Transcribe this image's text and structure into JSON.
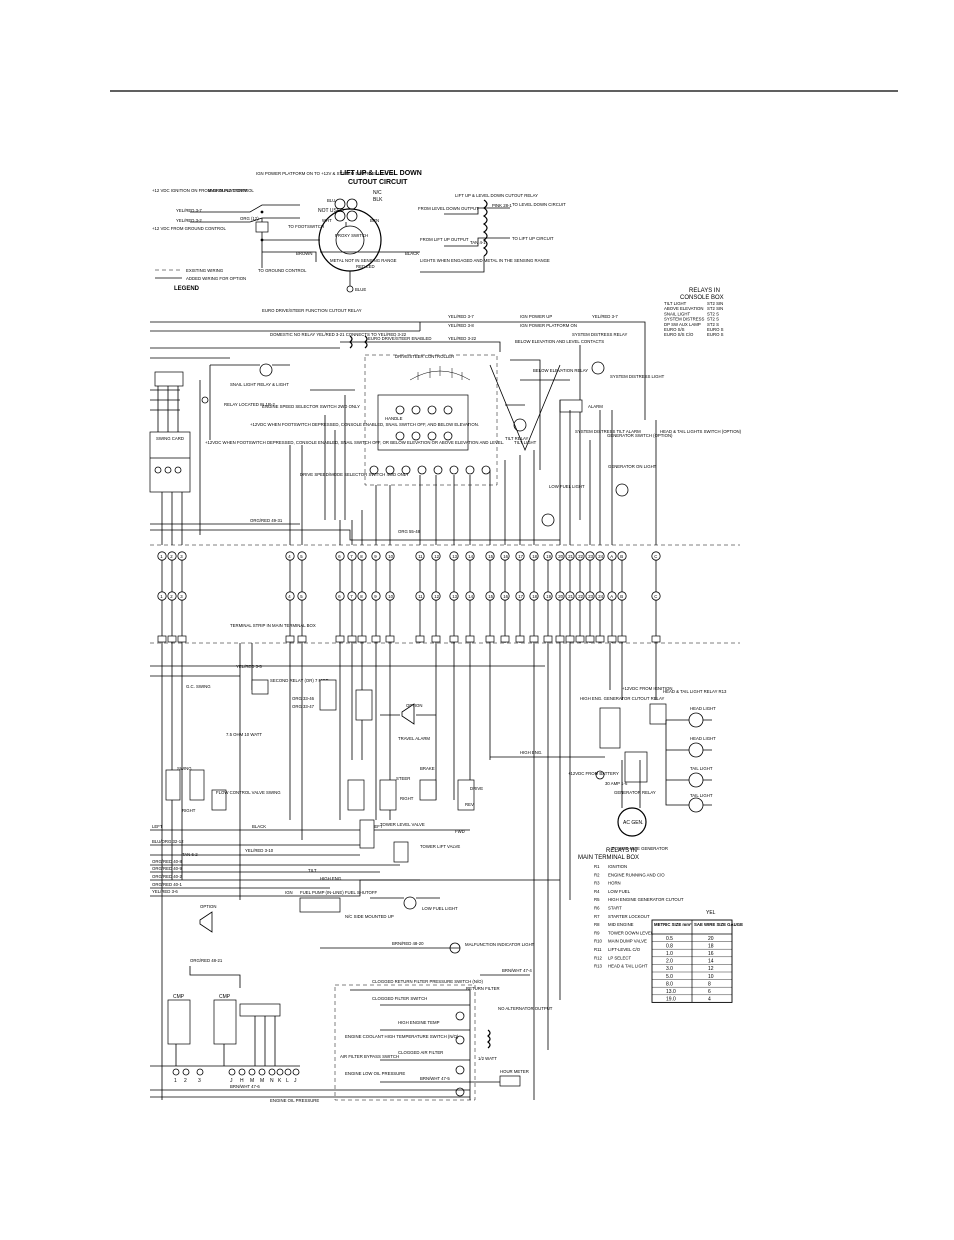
{
  "legend": {
    "title": "LEGEND",
    "existing": "EXISTING WIRING",
    "added": "ADDED WIRING FOR OPTION"
  },
  "lift_circuit": {
    "title_line1": "LIFT UP & LEVEL DOWN",
    "title_line2": "CUTOUT CIRCUIT",
    "not_used": "NOT USED",
    "wht": "WHT",
    "blu": "BLU",
    "brn": "BRN",
    "nc": "N/C",
    "blk": "BLK",
    "proxy": "PROXY SWITCH",
    "brown": "BROWN",
    "black": "BLACK",
    "blue": "BLUE",
    "red_led": "RED LED",
    "metal_not": "METAL NOT IN SENSING RANGE",
    "lights_when": "LIGHTS WHEN ENGAGED AND METAL IN THE SENSING RANGE",
    "cutout_relay": "LIFT UP & LEVEL DOWN CUTOUT RELAY",
    "from_level": "FROM LEVEL DOWN OUTPUT",
    "to_level": "TO LEVEL DOWN CIRCUIT",
    "from_lift": "FROM LIFT UP OUTPUT",
    "to_lift": "TO LIFT UP CIRCUIT",
    "pink": "PINK 28-1",
    "tan": "TAN 4-1",
    "ign_power": "IGN POWER PLATFORM ON TO +12V & SYSTEM DISTRESS LIGHTS",
    "plus12_ign": "+12 VDC IGNITION ON FROM GROUND CONTROL",
    "plus12_from": "+12 VDC FROM GROUND CONTROL",
    "yel_red_37": "YEL/RED 3-7",
    "yel_red_32": "YEL/RED 3-2",
    "sms": "SMS IN PLATFORM",
    "to_footswitch": "TO FOOTSWITCH",
    "to_ground": "TO GROUND CONTROL",
    "orgw": "ORG (12)"
  },
  "relays_console": {
    "title1": "RELAYS IN",
    "title2": "CONSOLE BOX",
    "items": [
      {
        "name": "TILT LIGHT",
        "id": "ST2 SIN"
      },
      {
        "name": "ABOVE ELEVATION",
        "id": "ST2 SIN"
      },
      {
        "name": "SNAIL LIGHT",
        "id": "ST2 S"
      },
      {
        "name": "SYSTEM DISTRESS",
        "id": "ST2 S"
      },
      {
        "name": "DP SW AUX LAMP",
        "id": "ST2 S"
      },
      {
        "name": "EURO S/S",
        "id": "EURO S"
      },
      {
        "name": "EURO S/S C/O",
        "id": "EURO S"
      }
    ]
  },
  "main_circuit": {
    "euro_relay": "EURO DRIVE/STEER FUNCTION CUTOUT RELAY",
    "yel_red_37": "YEL/RED 3-7",
    "yel_red_38": "YEL/RED 3-8",
    "ign_power_up": "IGN POWER UP",
    "ign_platform_on": "IGN POWER PLATFORM ON",
    "domestic": "DOMESTIC NO RELAY YEL/RED 3-21 CONNECTS TO YEL/RED 3-22",
    "euro_enabled": "EURO DRIVE/STEER ENABLED",
    "yel_red_322": "YEL/RED 3-22",
    "drive_steer": "DRIVE/STEER CONTROLLER",
    "below_elev": "BELOW ELEVATION AND LEVEL CONTACTS",
    "system_distress_relay": "SYSTEM DISTRESS RELAY",
    "snail": "SNAIL LIGHT RELAY & LIGHT",
    "below_elevation_relay": "BELOW ELEVATION RELAY",
    "tilt_relay": "TILT RELAY",
    "tilt_light": "TILT LIGHT",
    "alarm": "ALARM",
    "sys_distress_alarm": "SYSTEM DISTRESS TILT ALARM",
    "system_distress_light": "SYSTEM DISTRESS LIGHT",
    "gen_switch": "GENERATOR SWITCH (OPTION)",
    "gen_on_light": "GENERATOR ON LIGHT",
    "head_tail_switch": "HEAD & TAIL LIGHTS SWITCH (OPTION)",
    "swing_card": "SWING CARD",
    "relay_located": "RELAY LOCATED IN 1R-2",
    "footswitch_note": "+12VDC WHEN FOOTSWITCH DEPRESSED, CONSOLE ENABLED, SNAIL SWITCH OFF, AND BELOW ELEVATION.",
    "footswitch_note2": "+12VDC WHEN FOOTSWITCH DEPRESSED, CONSOLE ENABLED, SNAIL SWITCH OFF, OR BELOW ELEVATION OR ABOVE ELEVATION AND LEVEL.",
    "engine_speed": "ENGINE SPEED SELECTOR SWITCH 2WD ONLY",
    "drive_selector": "DRIVE SPEED/MODE SELECTOR SWITCH 4WD ONLY",
    "handle": "HANDLE",
    "low_fuel": "LOW FUEL LIGHT",
    "org_5548": "ORG 55-48",
    "org_red_4931": "ORG/RED 49-31",
    "terminal_strip": "TERMINAL STRIP IN MAIN TERMINAL BOX"
  },
  "terminals_top": [
    "1",
    "2",
    "3",
    "4",
    "5",
    "6",
    "7",
    "8",
    "9",
    "10",
    "11",
    "12",
    "13",
    "14",
    "15",
    "16",
    "17",
    "18",
    "19",
    "20",
    "21",
    "22",
    "23",
    "24",
    "A",
    "B",
    "C",
    "D",
    "E",
    "F",
    "G",
    "H",
    "J",
    "K",
    "L",
    "M",
    "N",
    "P",
    "R",
    "S",
    "T",
    "U",
    "V",
    "W",
    "X",
    "Y",
    "Z",
    "AA"
  ],
  "lower": {
    "gc_swing": "G.C. SWING",
    "yel_red_35": "YEL/RED 3-5",
    "second_relay": "SECOND RELAY (OR) 7 MOR",
    "org_3346": "ORG 33-46",
    "org_3347": "ORG 33-47",
    "option": "OPTION",
    "travel_alarm": "TRAVEL ALARM",
    "high_eng_relay": "HIGH ENG. GENERATOR CUTOUT RELAY",
    "from_ign": "+12VDC FROM IGNITION",
    "high_eng": "HIGH ENG.",
    "plus12_battery": "+12VDC FROM BATTERY",
    "fuse_30amp": "30 AMP 1-6",
    "gen_relay": "GENERATOR RELAY",
    "ac_gen": "AC GEN.",
    "power_to_gen": "POWER-MITE GENERATOR",
    "head_tail_relay": "HEAD & TAIL LIGHT RELAY R13",
    "head_light": "HEAD LIGHT",
    "tail_light": "TAIL LIGHT",
    "swing": "SWING",
    "right": "RIGHT",
    "left": "LEFT",
    "flow_control": "FLOW CONTROL VALVE SWING",
    "fifteen_ohm": "7.5 OHM 10 WATT",
    "steer": "STEER",
    "brake": "BRAKE",
    "drive": "DRIVE",
    "fwd": "FWD",
    "rev": "REV",
    "black": "BLACK",
    "blu_org": "BLU/ORG 32-12",
    "tan_62": "TAN 6-2",
    "yel_red_310": "YEL/RED 3-10",
    "tower_level": "TOWER LEVEL VALVE",
    "tower_lift": "TOWER LIFT VALVE",
    "org_red_408": "ORG/RED 40-8",
    "org_red_409": "ORG/RED 40-9",
    "org_red_402": "ORG/RED 40-2",
    "org_red_401": "ORG/RED 40-1",
    "tilt": "TILT",
    "high_eng2": "HIGH ENG.",
    "ign": "IGN",
    "yel_red_36": "YEL/RED 3-6",
    "fuel_pump": "FUEL PUMP (IN-LINE) FUEL SHUTOFF",
    "nc_side": "N/C SIDE MOUNTED UP",
    "low_fuel_light": "LOW FUEL LIGHT",
    "brn_red_4820": "BRN/RED 48-20",
    "malfunction": "MALFUNCTION INDICATOR LIGHT",
    "org_red_4821": "ORG/RED 48-21",
    "clogged_return": "CLOGGED RETURN FILTER PRESSURE SWITCH (N/O)",
    "clogged_filter": "CLOGGED FILTER SWITCH",
    "return_filter": "RETURN FILTER",
    "no_alt": "NO ALTERNATOR OUTPUT",
    "high_engine_temp": "HIGH ENGINE TEMP",
    "engine_coolant": "ENGINE COOLANT HIGH TEMPERATURE SWITCH (N/O)",
    "air_filter": "AIR FILTER BYPASS SWITCH",
    "clogged_air": "CLOGGED AIR FILTER",
    "engine_low_oil": "ENGINE LOW OIL PRESSURE",
    "hour_meter": "HOUR METER",
    "engine_oil": "ENGINE OIL PRESSURE",
    "brn_wht_476": "BRN/WHT 47-6",
    "brn_wht_475": "BRN/WHT 47-5",
    "brn_wht_474": "BRN/WHT 47-4",
    "cmp": "CMP",
    "one_watt": "1/2 WATT",
    "bottom_terms": [
      "1",
      "2",
      "3",
      "J",
      "H",
      "M",
      "M",
      "N",
      "K",
      "L",
      "J"
    ]
  },
  "relays_main": {
    "title1": "RELAYS IN",
    "title2": "MAIN TERMINAL BOX",
    "items": [
      {
        "id": "R1",
        "name": "IGNITION"
      },
      {
        "id": "R2",
        "name": "ENGINE RUNNING AND C/O"
      },
      {
        "id": "R3",
        "name": "HORN"
      },
      {
        "id": "R4",
        "name": "LOW FUEL"
      },
      {
        "id": "R5",
        "name": "HIGH ENGINE GENERATOR CUTOUT"
      },
      {
        "id": "R6",
        "name": "START"
      },
      {
        "id": "R7",
        "name": "STARTER LOCKOUT"
      },
      {
        "id": "R8",
        "name": "MID ENGINE"
      },
      {
        "id": "R9",
        "name": "TOWER DOWN LEVEL"
      },
      {
        "id": "R10",
        "name": "MAIN DUMP VALVE"
      },
      {
        "id": "R11",
        "name": "LIFT-LEVEL C/O"
      },
      {
        "id": "R12",
        "name": "LP SELECT"
      },
      {
        "id": "R13",
        "name": "HEAD & TAIL LIGHT"
      }
    ]
  },
  "wire_table": {
    "top_label": "YEL",
    "col1": "METRIC SIZE mm²",
    "col2": "SAE WIRE SIZE GAUGE",
    "rows": [
      [
        "0.5",
        "20"
      ],
      [
        "0.8",
        "18"
      ],
      [
        "1.0",
        "16"
      ],
      [
        "2.0",
        "14"
      ],
      [
        "3.0",
        "12"
      ],
      [
        "5.0",
        "10"
      ],
      [
        "8.0",
        "8"
      ],
      [
        "13.0",
        "6"
      ],
      [
        "19.0",
        "4"
      ]
    ]
  }
}
